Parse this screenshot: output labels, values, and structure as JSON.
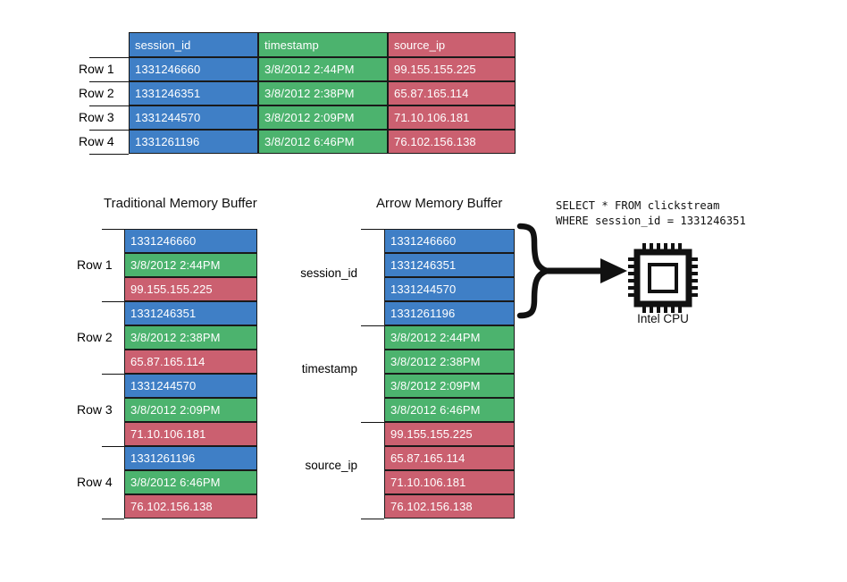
{
  "table": {
    "columns": [
      "session_id",
      "timestamp",
      "source_ip"
    ],
    "row_labels": [
      "Row 1",
      "Row 2",
      "Row 3",
      "Row 4"
    ],
    "rows": [
      [
        "1331246660",
        "3/8/2012  2:44PM",
        "99.155.155.225"
      ],
      [
        "1331246351",
        "3/8/2012  2:38PM",
        "65.87.165.114"
      ],
      [
        "1331244570",
        "3/8/2012  2:09PM",
        "71.10.106.181"
      ],
      [
        "1331261196",
        "3/8/2012  6:46PM",
        "76.102.156.138"
      ]
    ]
  },
  "traditional": {
    "title": "Traditional Memory Buffer",
    "group_labels": [
      "Row 1",
      "Row 2",
      "Row 3",
      "Row 4"
    ],
    "cells": [
      "1331246660",
      "3/8/2012  2:44PM",
      "99.155.155.225",
      "1331246351",
      "3/8/2012  2:38PM",
      "65.87.165.114",
      "1331244570",
      "3/8/2012  2:09PM",
      "71.10.106.181",
      "1331261196",
      "3/8/2012  6:46PM",
      "76.102.156.138"
    ]
  },
  "arrow": {
    "title": "Arrow Memory Buffer",
    "group_labels": [
      "session_id",
      "timestamp",
      "source_ip"
    ],
    "cells": [
      "1331246660",
      "1331246351",
      "1331244570",
      "1331261196",
      "3/8/2012  2:44PM",
      "3/8/2012  2:38PM",
      "3/8/2012  2:09PM",
      "3/8/2012  6:46PM",
      "99.155.155.225",
      "65.87.165.114",
      "71.10.106.181",
      "76.102.156.138"
    ]
  },
  "query": {
    "line1": "SELECT * FROM clickstream",
    "line2": "WHERE session_id = 1331246351"
  },
  "cpu": {
    "label": "Intel CPU"
  },
  "colors": {
    "session_id": "#3f7fc6",
    "timestamp": "#4cb36e",
    "source_ip": "#cb6070",
    "line": "#111111",
    "text_on_cell": "#ffffff"
  }
}
